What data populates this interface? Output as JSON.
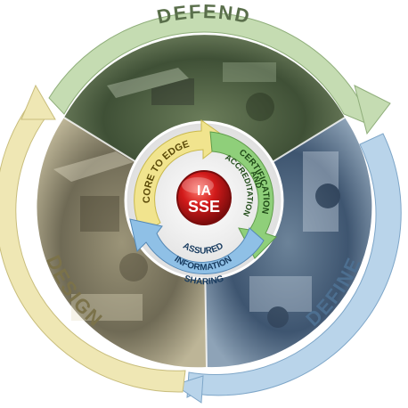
{
  "outer_ring": {
    "defend": "DEFEND",
    "define": "DEFINE",
    "design": "DESIGN"
  },
  "inner_ring": {
    "core_to_edge": "CORE TO EDGE",
    "certification": "CERTIFICATION",
    "and": "AND",
    "accreditation": "ACCREDITATION",
    "assured": "ASSURED",
    "information": "INFORMATION",
    "sharing": "SHARING"
  },
  "center": {
    "line1": "IA",
    "line2": "SSE"
  },
  "colors": {
    "defend_ring": "#c5dcb2",
    "define_ring": "#b9d4ea",
    "design_ring": "#efe7b4",
    "core_arrow": "#f1e48e",
    "cert_arrow": "#8fcf7a",
    "assured_arrow": "#8fc0e6",
    "center_red": "#d11a1a"
  },
  "panels": {
    "defend": "defend-photo-collage",
    "define": "define-photo-collage",
    "design": "design-photo-collage"
  }
}
